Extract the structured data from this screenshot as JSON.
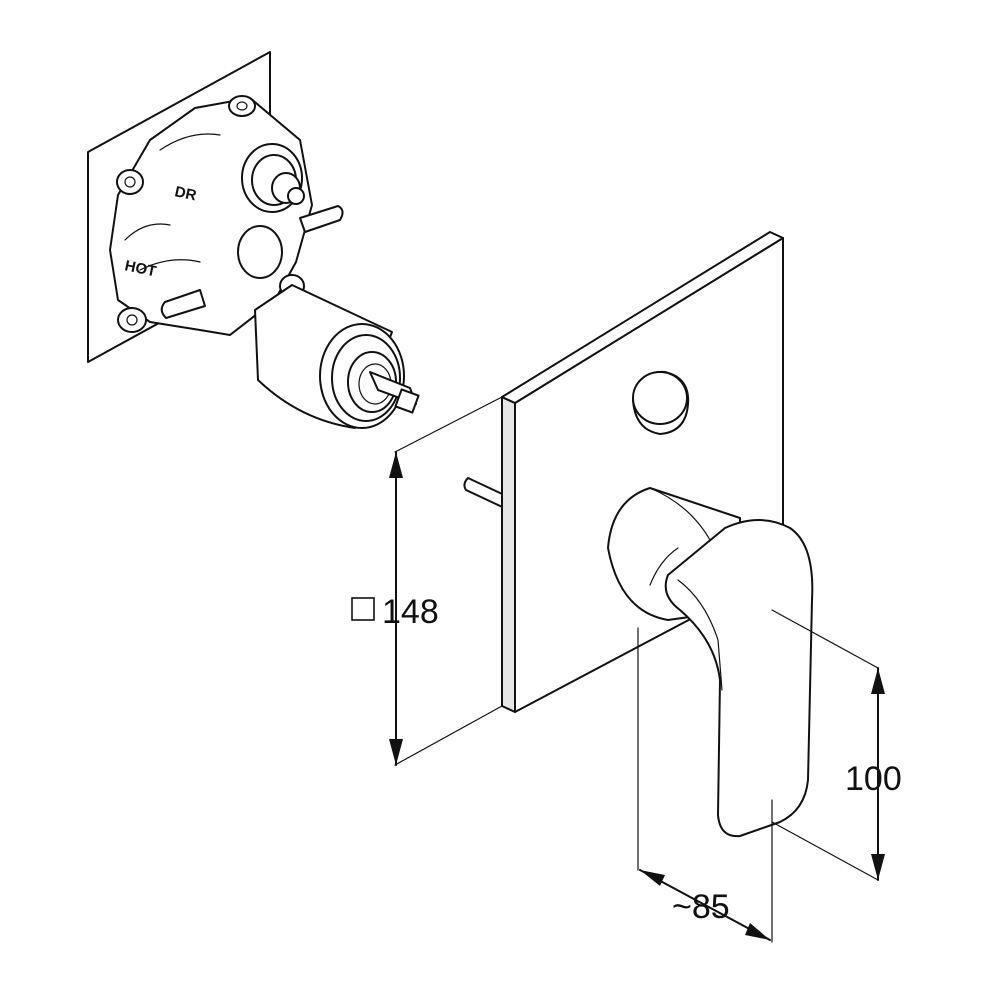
{
  "dimensions": {
    "plate_square": "148",
    "handle_height": "100",
    "handle_depth": "~85"
  },
  "body_markings": {
    "diverter": "DR",
    "hot": "HOT"
  },
  "icons": {
    "square_symbol": "square-symbol-icon"
  }
}
